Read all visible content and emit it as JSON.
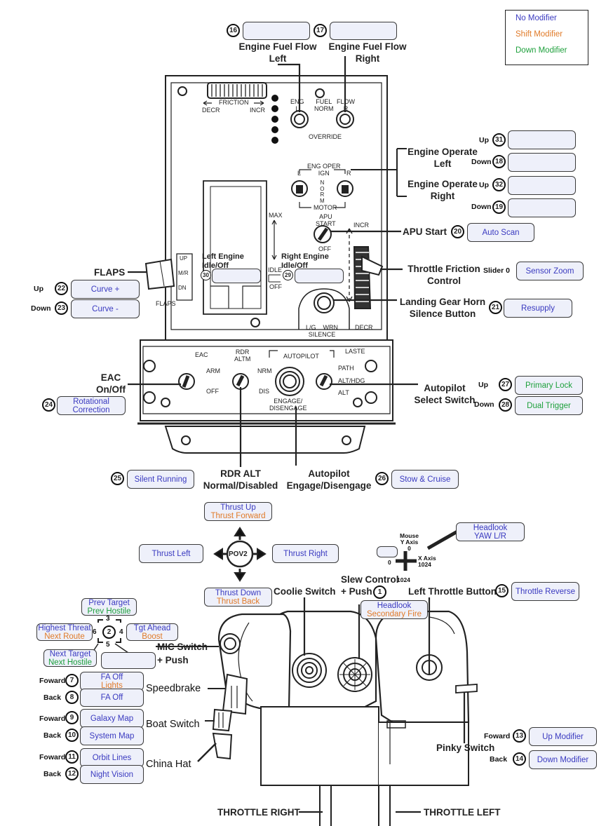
{
  "legend": {
    "no_modifier": "No Modifier",
    "shift_modifier": "Shift Modifier",
    "down_modifier": "Down Modifier"
  },
  "colors": {
    "no_modifier": "#3a3ac0",
    "shift_modifier": "#e07a28",
    "down_modifier": "#1ea03c",
    "box_fill": "#eef0fa",
    "outline": "#222222"
  },
  "labels": {
    "engine_fuel_flow_left": "Engine Fuel Flow\nLeft",
    "engine_fuel_flow_right": "Engine Fuel Flow\nRight",
    "engine_operate_left": "Engine Operate\nLeft",
    "engine_operate_right": "Engine Operate\nRight",
    "apu_start": "APU Start",
    "throttle_friction": "Throttle Friction\nControl",
    "landing_gear_horn": "Landing Gear Horn\nSilence Button",
    "flaps": "FLAPS",
    "left_engine_idle": "Left Engine\nIdle/Off",
    "right_engine_idle": "Right Engine\nIdle/Off",
    "eac": "EAC\nOn/Off",
    "autopilot_select": "Autopilot\nSelect Switch",
    "rdr_alt": "RDR ALT\nNormal/Disabled",
    "autopilot_engage": "Autopilot\nEngage/Disengage",
    "coolie_switch": "Coolie Switch",
    "slew_control": "Slew Control\n+ Push",
    "left_throttle_button": "Left Throttle Button",
    "mic_switch": "MIC Switch",
    "plus_push": "+ Push",
    "speedbrake": "Speedbrake",
    "boat_switch": "Boat Switch",
    "china_hat": "China Hat",
    "pinky_switch": "Pinky Switch",
    "throttle_right": "THROTTLE RIGHT",
    "throttle_left": "THROTTLE LEFT",
    "pov2": "POV2",
    "mouse_y_axis": "Mouse\nY Axis\n0",
    "x_axis": "X Axis\n1024",
    "axis_zero": "0",
    "axis_1024": "1024"
  },
  "small": {
    "up": "Up",
    "down": "Down",
    "foward": "Foward",
    "back": "Back",
    "slider0": "Slider 0"
  },
  "panel": {
    "friction": "FRICTION",
    "decr": "DECR",
    "incr": "INCR",
    "eng": "ENG\nL",
    "fuel_norm": "FUEL\nNORM",
    "flow": "FLOW\nR",
    "override": "OVERRIDE",
    "eng_oper_ign": "ENG OPER\nIGN",
    "l": "L",
    "r": "R",
    "norm": "N\nO\nR\nM",
    "motor": "MOTOR",
    "apu_start_panel": "APU\nSTART",
    "off": "OFF",
    "max": "MAX",
    "idle": "IDLE",
    "off2": "OFF",
    "incr2": "INCR",
    "decr2": "DECR",
    "up": "UP",
    "mr": "M/R",
    "dn": "DN",
    "flaps_panel": "FLAPS",
    "lg_silence": "L/G    WRN\nSILENCE",
    "eac_panel": "EAC",
    "arm": "ARM",
    "off3": "OFF",
    "rdr_altm": "RDR\nALTM",
    "nrm": "NRM",
    "dis": "DIS",
    "autopilot_panel": "AUTOPILOT",
    "engage_disengage": "ENGAGE/\nDISENGAGE",
    "laste": "LASTE",
    "path": "PATH",
    "alt_hdg": "ALT/HDG",
    "alt": "ALT"
  },
  "pov": {
    "up_n": "3",
    "right_n": "4",
    "down_n": "5",
    "left_n": "6",
    "center": "2"
  },
  "boxes": [
    {
      "id": "16",
      "lines": []
    },
    {
      "id": "17",
      "lines": []
    },
    {
      "id": "31",
      "lines": []
    },
    {
      "id": "18",
      "lines": []
    },
    {
      "id": "32",
      "lines": []
    },
    {
      "id": "19",
      "lines": []
    },
    {
      "id": "20",
      "lines": [
        {
          "t": "Auto Scan",
          "c": "nm"
        }
      ]
    },
    {
      "id": "slider",
      "lines": [
        {
          "t": "Sensor Zoom",
          "c": "nm"
        }
      ]
    },
    {
      "id": "21",
      "lines": [
        {
          "t": "Resupply",
          "c": "nm"
        }
      ]
    },
    {
      "id": "30",
      "lines": []
    },
    {
      "id": "29",
      "lines": []
    },
    {
      "id": "22",
      "lines": [
        {
          "t": "Curve +",
          "c": "nm"
        }
      ]
    },
    {
      "id": "23",
      "lines": [
        {
          "t": "Curve -",
          "c": "nm"
        }
      ]
    },
    {
      "id": "24",
      "lines": [
        {
          "t": "Rotational",
          "c": "nm"
        },
        {
          "t": "Correction",
          "c": "nm"
        }
      ]
    },
    {
      "id": "27",
      "lines": [
        {
          "t": "Primary Lock",
          "c": "dn"
        }
      ]
    },
    {
      "id": "28",
      "lines": [
        {
          "t": "Dual Trigger",
          "c": "dn"
        }
      ]
    },
    {
      "id": "25",
      "lines": [
        {
          "t": "Silent Running",
          "c": "nm"
        }
      ]
    },
    {
      "id": "26",
      "lines": [
        {
          "t": "Stow & Cruise",
          "c": "nm"
        }
      ]
    },
    {
      "id": "thrust_up",
      "lines": [
        {
          "t": "Thrust Up",
          "c": "nm"
        },
        {
          "t": "Thrust Forward",
          "c": "sh"
        }
      ]
    },
    {
      "id": "thrust_left",
      "lines": [
        {
          "t": "Thrust Left",
          "c": "nm"
        }
      ]
    },
    {
      "id": "thrust_right",
      "lines": [
        {
          "t": "Thrust Right",
          "c": "nm"
        }
      ]
    },
    {
      "id": "thrust_down",
      "lines": [
        {
          "t": "Thrust Down",
          "c": "nm"
        },
        {
          "t": "Thrust Back",
          "c": "sh"
        }
      ]
    },
    {
      "id": "mouse_blank",
      "lines": []
    },
    {
      "id": "headlook_yaw",
      "lines": [
        {
          "t": "Headlook",
          "c": "nm"
        },
        {
          "t": "YAW L/R",
          "c": "nm"
        }
      ]
    },
    {
      "id": "15",
      "lines": [
        {
          "t": "Throttle Reverse",
          "c": "nm"
        }
      ]
    },
    {
      "id": "1",
      "lines": [
        {
          "t": "Headlook",
          "c": "nm"
        },
        {
          "t": "Secondary Fire",
          "c": "sh"
        }
      ]
    },
    {
      "id": "3",
      "lines": [
        {
          "t": "Prev Target",
          "c": "nm"
        },
        {
          "t": "Prev Hostile",
          "c": "dn"
        }
      ]
    },
    {
      "id": "6",
      "lines": [
        {
          "t": "Highest Threat",
          "c": "nm"
        },
        {
          "t": "Next Route",
          "c": "sh"
        }
      ]
    },
    {
      "id": "4",
      "lines": [
        {
          "t": "Tgt Ahead",
          "c": "nm"
        },
        {
          "t": "Boost",
          "c": "sh"
        }
      ]
    },
    {
      "id": "5",
      "lines": [
        {
          "t": "Next Target",
          "c": "nm"
        },
        {
          "t": "Next Hostile",
          "c": "dn"
        }
      ]
    },
    {
      "id": "mic_push",
      "lines": []
    },
    {
      "id": "7",
      "lines": [
        {
          "t": "FA Off",
          "c": "nm"
        },
        {
          "t": "Lights",
          "c": "sh"
        }
      ]
    },
    {
      "id": "8",
      "lines": [
        {
          "t": "FA Off",
          "c": "nm"
        }
      ]
    },
    {
      "id": "9",
      "lines": [
        {
          "t": "Galaxy Map",
          "c": "nm"
        }
      ]
    },
    {
      "id": "10",
      "lines": [
        {
          "t": "System Map",
          "c": "nm"
        }
      ]
    },
    {
      "id": "11",
      "lines": [
        {
          "t": "Orbit Lines",
          "c": "nm"
        }
      ]
    },
    {
      "id": "12",
      "lines": [
        {
          "t": "Night Vision",
          "c": "nm"
        }
      ]
    },
    {
      "id": "13",
      "lines": [
        {
          "t": "Up Modifier",
          "c": "nm"
        }
      ]
    },
    {
      "id": "14",
      "lines": [
        {
          "t": "Down Modifier",
          "c": "nm"
        }
      ]
    }
  ],
  "numbers": [
    "16",
    "17",
    "31",
    "18",
    "32",
    "19",
    "20",
    "21",
    "30",
    "29",
    "22",
    "23",
    "24",
    "27",
    "28",
    "25",
    "26",
    "15",
    "1",
    "2",
    "7",
    "8",
    "9",
    "10",
    "11",
    "12",
    "13",
    "14"
  ]
}
